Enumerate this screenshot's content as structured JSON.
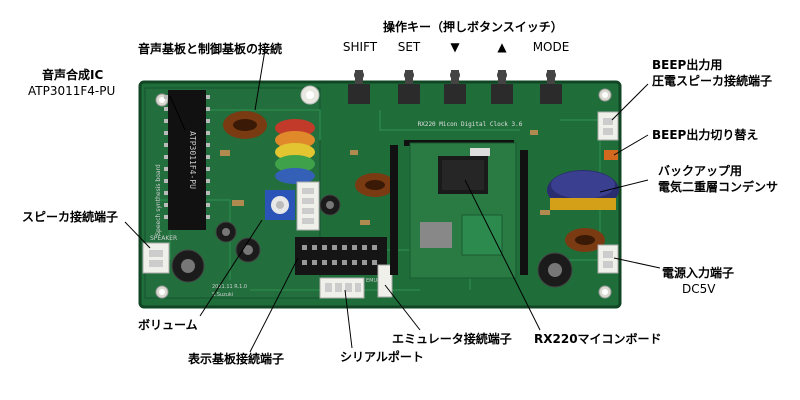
{
  "labels": {
    "key_group": "操作キー（押しボタンスイッチ）",
    "key_shift": "SHIFT",
    "key_set": "SET",
    "key_down": "▼",
    "key_up": "▲",
    "key_mode": "MODE",
    "board_link": "音声基板と制御基板の接続",
    "voice_ic_title": "音声合成IC",
    "voice_ic_part": "ATP3011F4-PU",
    "speaker": "スピーカ接続端子",
    "volume": "ボリューム",
    "display_conn": "表示基板接続端子",
    "serial_port": "シリアルポート",
    "emulator_conn": "エミュレータ接続端子",
    "mcu_board": "RX220マイコンボード",
    "beep_output": "BEEP出力用",
    "beep_output2": "圧電スピーカ接続端子",
    "beep_switch": "BEEP出力切り替え",
    "backup_cap": "バックアップ用",
    "backup_cap2": "電気二重層コンデンサ",
    "power_in": "電源入力端子",
    "power_spec": "DC5V"
  },
  "silkscreen": {
    "mcu_title": "RX220 Micon Digital Clock 3.6",
    "synth_title": "Speech synthesis board",
    "date": "2021.11  R.1.0",
    "author": "S.Suzuki",
    "speaker_tag": "SPEAKER",
    "ic_text": "ATP3011F4-PU",
    "emu_tag": "EMUL"
  },
  "colors": {
    "pcb": "#1f6e3a",
    "pcb_dark": "#174f2a",
    "leader": "#000000"
  }
}
